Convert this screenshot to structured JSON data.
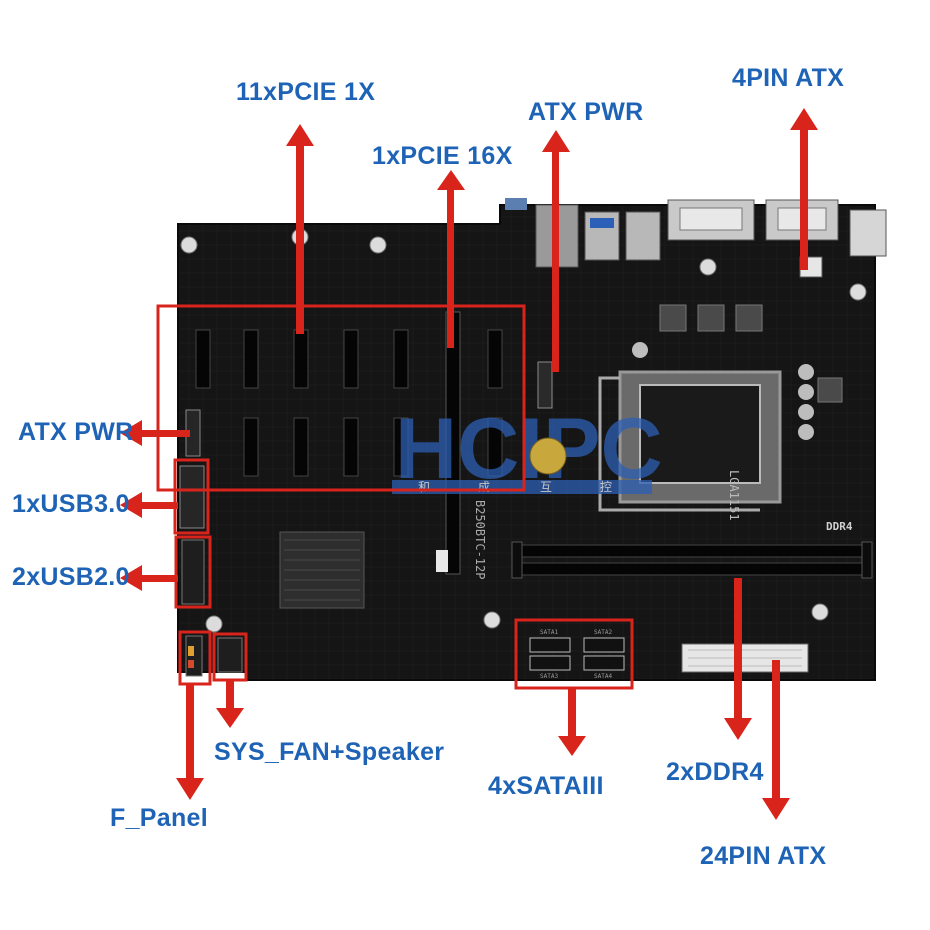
{
  "labels": {
    "pcie_1x": "11xPCIE 1X",
    "pcie_16x": "1xPCIE 16X",
    "atx_pwr_top": "ATX PWR",
    "atx_4pin": "4PIN ATX",
    "atx_pwr_left": "ATX PWR",
    "usb30": "1xUSB3.0",
    "usb20": "2xUSB2.0",
    "sys_fan": "SYS_FAN+Speaker",
    "f_panel": "F_Panel",
    "sata": "4xSATAIII",
    "ddr4": "2xDDR4",
    "atx_24pin": "24PIN ATX"
  },
  "board_print": {
    "model": "B250BTC-12P",
    "socket": "LGA1151",
    "memory": "DDR4",
    "watermark": "HCIPC",
    "watermark_cn": [
      "和",
      "成",
      "互",
      "控"
    ],
    "sata_ports": [
      "SATA1",
      "SATA2",
      "SATA3",
      "SATA4"
    ]
  },
  "colors": {
    "label_blue": "#1e63b5",
    "arrow_red": "#d9241c",
    "board_black": "#141414"
  }
}
